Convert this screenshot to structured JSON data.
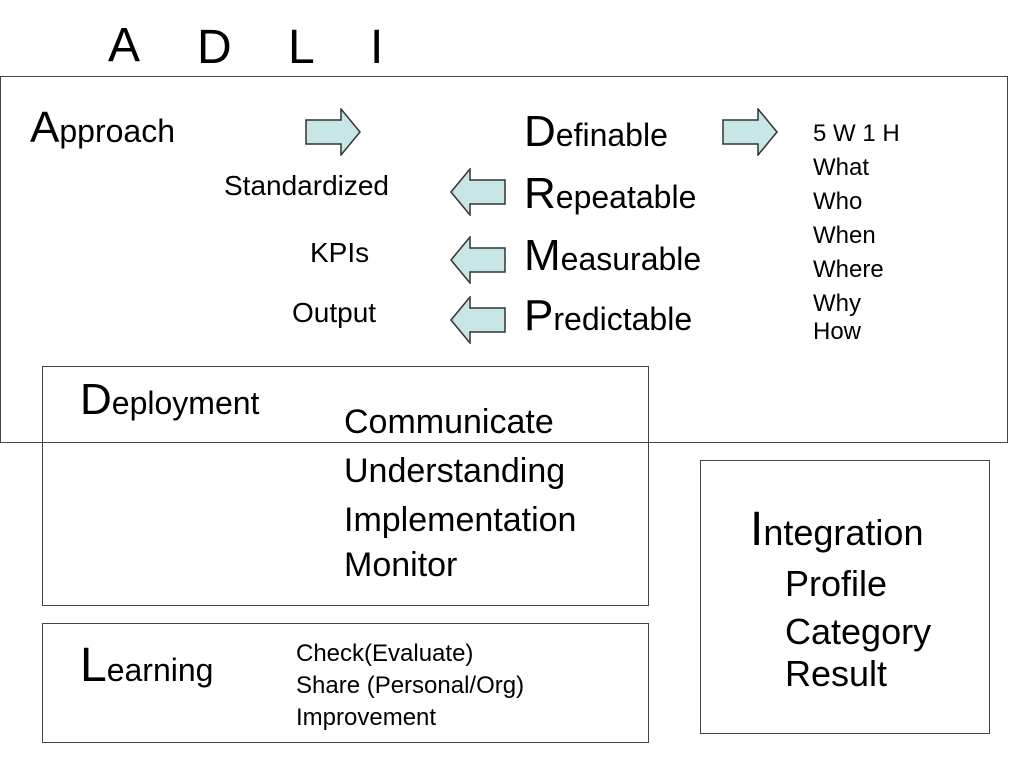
{
  "title_letters": [
    "A",
    "D",
    "L",
    "I"
  ],
  "approach": {
    "initial": "A",
    "rest": "pproach",
    "left_items": [
      "Standardized",
      "KPIs",
      "Output"
    ],
    "criteria": [
      {
        "initial": "D",
        "rest": "efinable"
      },
      {
        "initial": "R",
        "rest": "epeatable"
      },
      {
        "initial": "M",
        "rest": "easurable"
      },
      {
        "initial": "P",
        "rest": "redictable"
      }
    ],
    "questions": [
      "5 W 1 H",
      "What",
      "Who",
      "When",
      "Where",
      "Why",
      "How"
    ]
  },
  "deployment": {
    "initial": "D",
    "rest": "eployment",
    "items": [
      "Communicate",
      "Understanding",
      "Implementation",
      "Monitor"
    ]
  },
  "learning": {
    "initial": "L",
    "rest": "earning",
    "items": [
      "Check(Evaluate)",
      "Share (Personal/Org)",
      "Improvement"
    ]
  },
  "integration": {
    "initial": "I",
    "rest": "ntegration",
    "items": [
      "Profile",
      "Category",
      "Result"
    ]
  },
  "colors": {
    "arrow_fill": "#c8e6e6",
    "arrow_stroke": "#333333",
    "border": "#444444"
  }
}
